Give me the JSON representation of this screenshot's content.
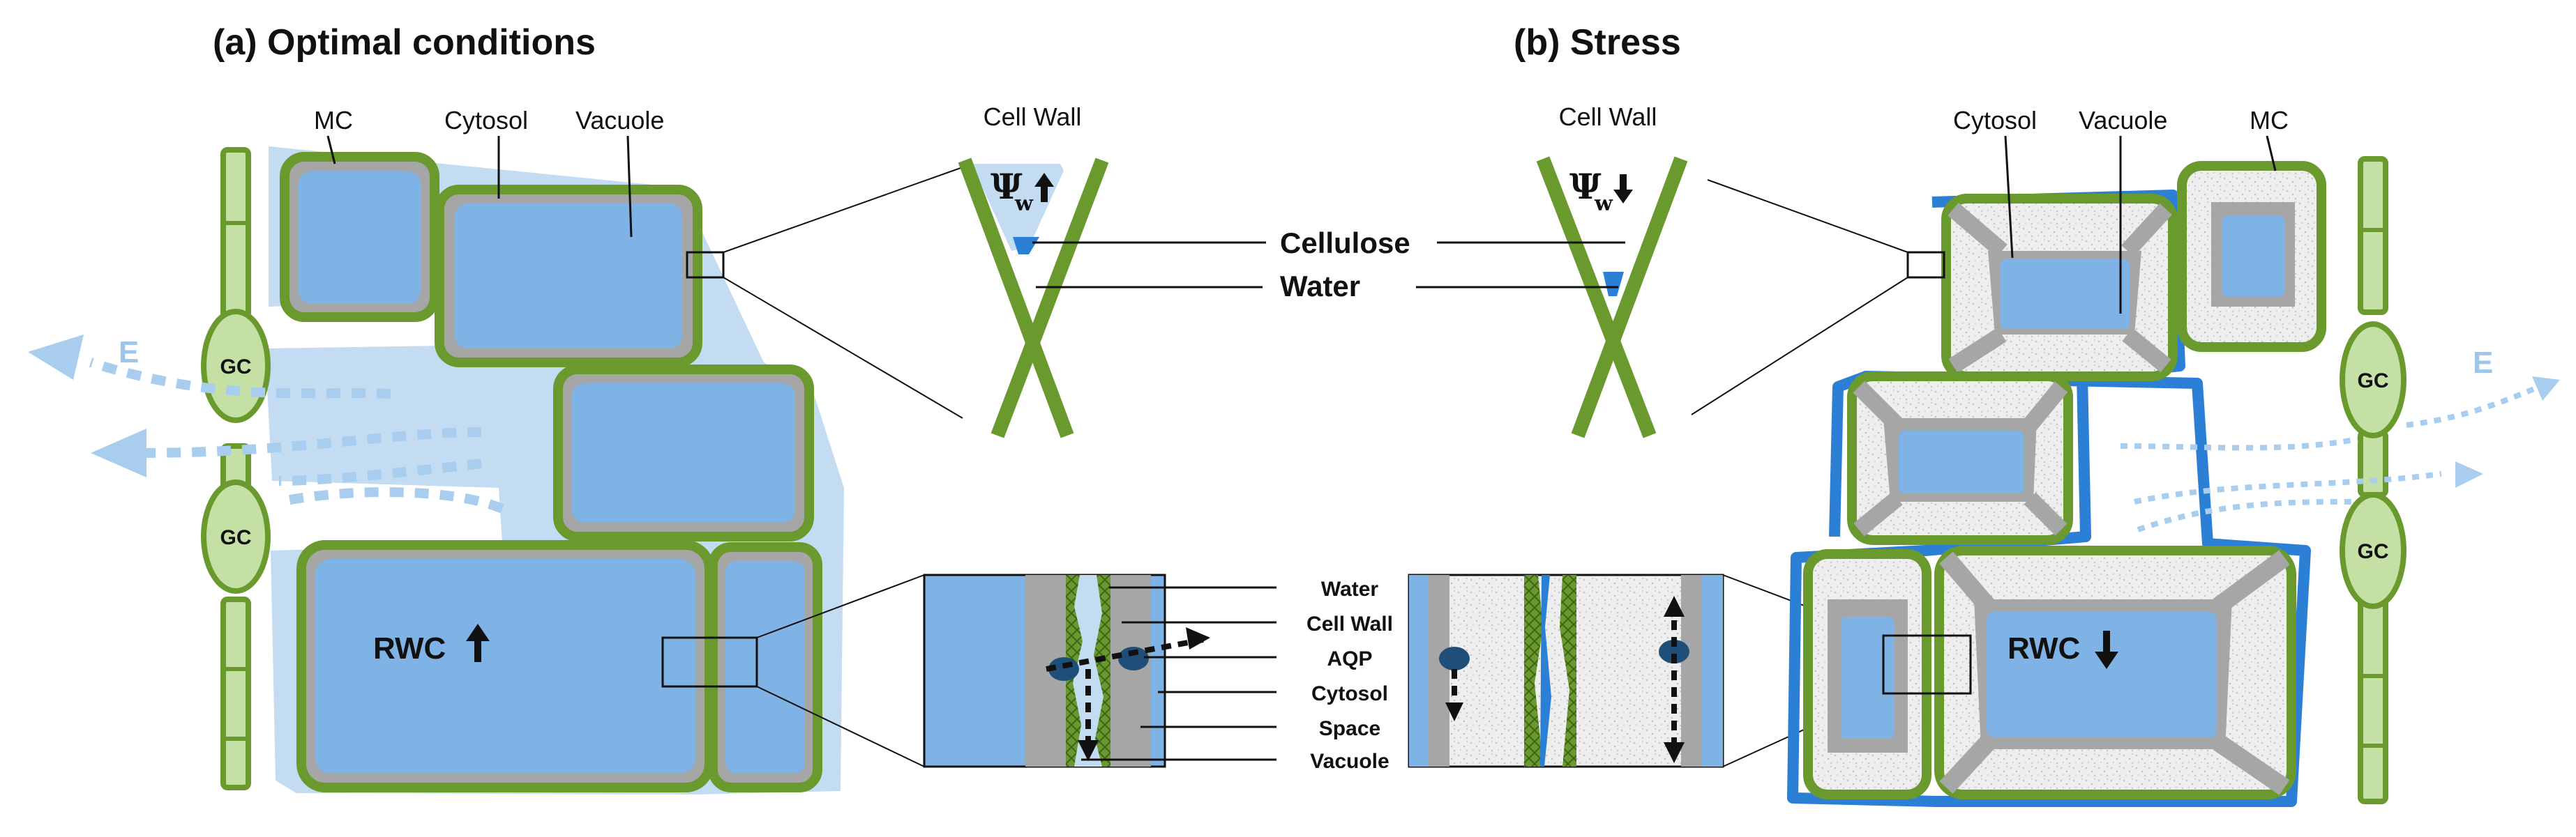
{
  "panel_a": {
    "title": "(a) Optimal conditions",
    "label_mc": "MC",
    "label_cytosol": "Cytosol",
    "label_vacuole": "Vacuole",
    "label_gc": "GC",
    "label_e": "E",
    "label_rwc": "RWC"
  },
  "panel_b": {
    "title": "(b) Stress",
    "label_mc": "MC",
    "label_cytosol": "Cytosol",
    "label_vacuole": "Vacuole",
    "label_gc": "GC",
    "label_e": "E",
    "label_rwc": "RWC"
  },
  "cell_wall_zoom": {
    "left_label": "Cell Wall",
    "right_label": "Cell Wall",
    "psi": "Ψ",
    "psi_sub": "w",
    "legend_cellulose": "Cellulose",
    "legend_water": "Water"
  },
  "membrane_zoom": {
    "legend": [
      "Water",
      "Cell Wall",
      "AQP",
      "Cytosol",
      "Space",
      "Vacuole"
    ]
  },
  "colors": {
    "wall_green": "#6a9a2e",
    "vacuole_blue": "#7fb2e5",
    "apoplast_light_blue": "#c4dcf2",
    "cytosol_gray": "#a6a6a6",
    "stress_film_blue": "#2b7fd4",
    "guard_cell_green": "#c5e0a5"
  }
}
